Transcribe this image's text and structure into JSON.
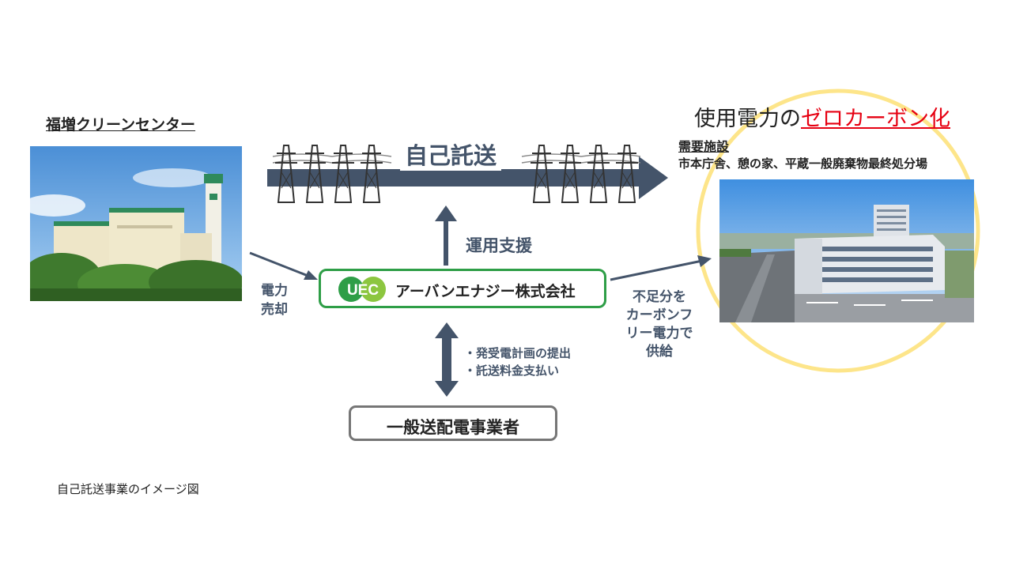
{
  "source": {
    "title": "福増クリーンセンター"
  },
  "transmission": {
    "label": "自己託送"
  },
  "sale_label": [
    "電力",
    "売却"
  ],
  "company": {
    "logo_text": "UEC",
    "name": "アーバンエナジー株式会社"
  },
  "support_label": "運用支援",
  "grid_operator": {
    "name": "一般送配電事業者",
    "duties": [
      "・発受電計画の提出",
      "・託送料金支払い"
    ]
  },
  "headline": {
    "prefix": "使用電力の",
    "highlight": "ゼロカーボン化"
  },
  "demand": {
    "heading": "需要施設",
    "facilities": "市本庁舎、憩の家、平蔵一般廃棄物最終処分場"
  },
  "supply_label": [
    "不足分を",
    "カーボンフ",
    "リー電力で",
    "供給"
  ],
  "caption": "自己託送事業のイメージ図",
  "colors": {
    "arrow": "#44546a",
    "accent_green": "#2e9e47",
    "highlight_red": "#e60012",
    "circle": "#fde58a"
  }
}
